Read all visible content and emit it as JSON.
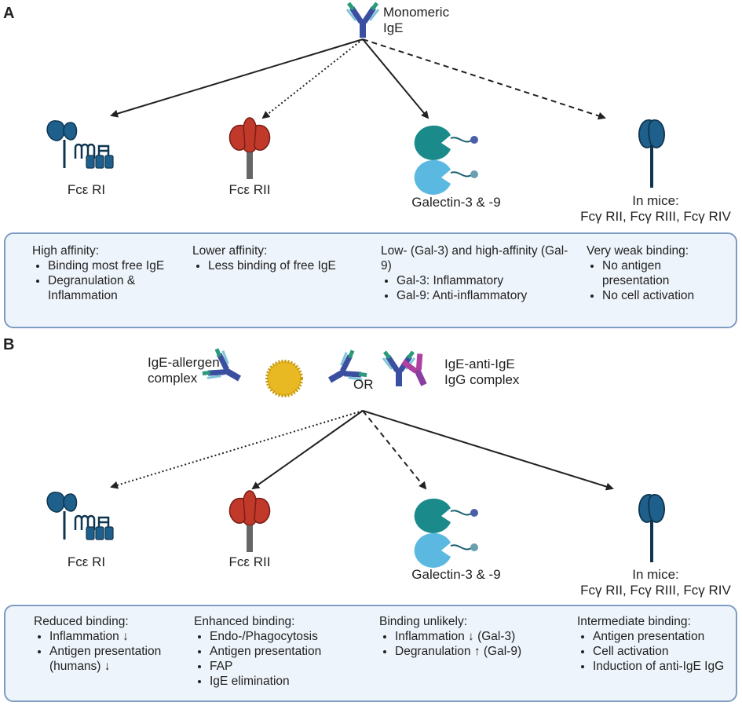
{
  "panel_a": {
    "letter": "A",
    "source_label": [
      "Monomeric",
      "IgE"
    ],
    "receptors": [
      {
        "icon": "fcer1-icon",
        "lines": [
          "Fcε RI"
        ]
      },
      {
        "icon": "fcer2-icon",
        "lines": [
          "Fcε RII"
        ]
      },
      {
        "icon": "galectin-icon",
        "lines": [
          "Galectin-3 & -9"
        ]
      },
      {
        "icon": "fcgr-icon",
        "lines": [
          "In mice:",
          "Fcγ RII, Fcγ RIII, Fcγ RIV"
        ]
      }
    ],
    "arrows": [
      "solid",
      "dotted",
      "solid",
      "dashed"
    ],
    "box": [
      {
        "heading": "High affinity:",
        "items": [
          "Binding most free IgE",
          "Degranulation & Inflammation"
        ]
      },
      {
        "heading": "Lower affinity:",
        "items": [
          "Less binding of free IgE"
        ]
      },
      {
        "heading": "Low- (Gal-3) and high-affinity (Gal-9)",
        "items": [
          "Gal-3: Inflammatory",
          "Gal-9: Anti-inflammatory"
        ]
      },
      {
        "heading": "Very weak binding:",
        "items": [
          "No antigen presentation",
          "No cell activation"
        ]
      }
    ]
  },
  "panel_b": {
    "letter": "B",
    "source_left": [
      "IgE-allergen",
      "complex"
    ],
    "or_text": "OR",
    "source_right": [
      "IgE-anti-IgE",
      "IgG complex"
    ],
    "receptors": [
      {
        "icon": "fcer1-icon",
        "lines": [
          "Fcε RI"
        ]
      },
      {
        "icon": "fcer2-icon",
        "lines": [
          "Fcε RII"
        ]
      },
      {
        "icon": "galectin-icon",
        "lines": [
          "Galectin-3 & -9"
        ]
      },
      {
        "icon": "fcgr-icon",
        "lines": [
          "In mice:",
          "Fcγ RII, Fcγ RIII, Fcγ RIV"
        ]
      }
    ],
    "arrows": [
      "dotted",
      "solid",
      "dashed",
      "solid"
    ],
    "box": [
      {
        "heading": "Reduced binding:",
        "items": [
          "Inflammation ↓",
          "Antigen presentation (humans) ↓"
        ]
      },
      {
        "heading": "Enhanced binding:",
        "items": [
          "Endo-/Phagocytosis",
          "Antigen presentation",
          "FAP",
          "IgE elimination"
        ]
      },
      {
        "heading": "Binding unlikely:",
        "items": [
          "Inflammation ↓ (Gal-3)",
          "Degranulation ↑ (Gal-9)"
        ]
      },
      {
        "heading": "Intermediate binding:",
        "items": [
          "Antigen presentation",
          "Cell activation",
          "Induction of anti-IgE IgG"
        ]
      }
    ]
  },
  "colors": {
    "fcer1": "#1f5f8b",
    "fcer2_head": "#c0392b",
    "fcer2_stem": "#666666",
    "galectin3": "#1a8a8a",
    "galectin9": "#5bb8e0",
    "fcgr": "#1f5f8b",
    "allergen": "#e8b923",
    "antibody_heavy": "#3a4fa0",
    "box_fill": "#eef4fb",
    "box_border": "#7f9cc3"
  }
}
